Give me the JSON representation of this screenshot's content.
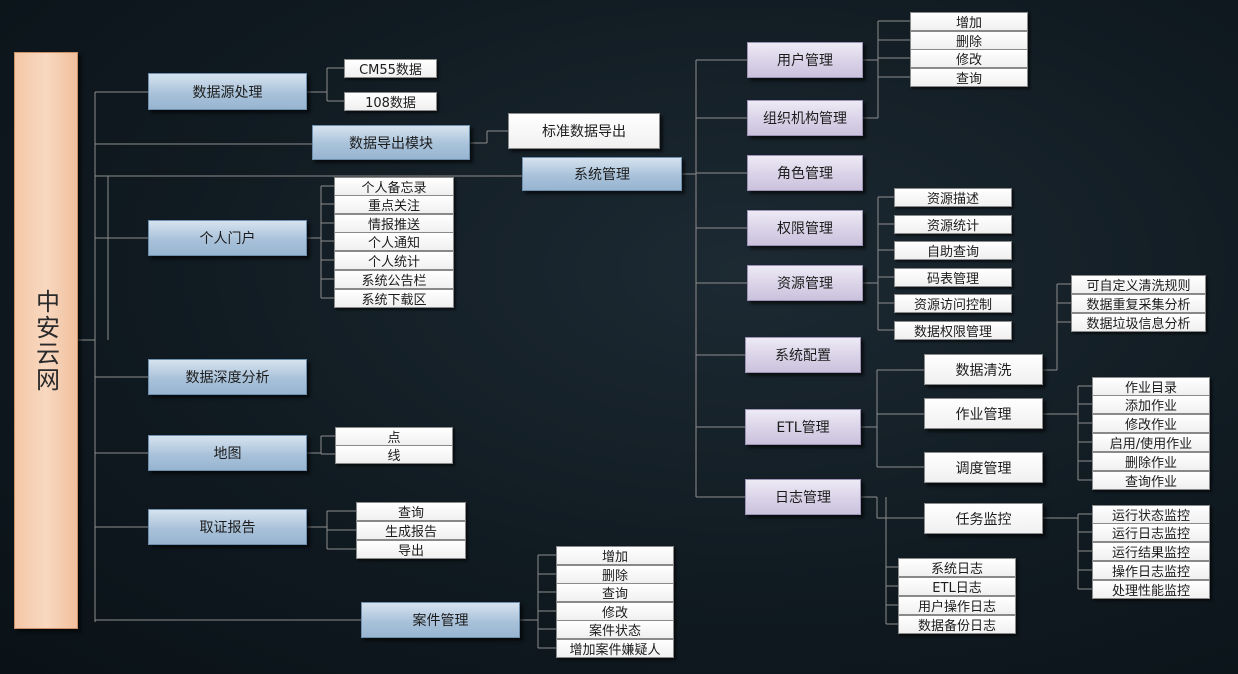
{
  "root": "中安云网",
  "level1": {
    "data_source": "数据源处理",
    "data_export": "数据导出模块",
    "system_mgmt": "系统管理",
    "personal_portal": "个人门户",
    "deep_analysis": "数据深度分析",
    "map": "地图",
    "evidence_report": "取证报告",
    "case_mgmt": "案件管理"
  },
  "data_source_items": [
    "CM55数据",
    "108数据"
  ],
  "data_export_items": [
    "标准数据导出"
  ],
  "personal_portal_items": [
    "个人备忘录",
    "重点关注",
    "情报推送",
    "个人通知",
    "个人统计",
    "系统公告栏",
    "系统下载区"
  ],
  "map_items": [
    "点",
    "线"
  ],
  "evidence_items": [
    "查询",
    "生成报告",
    "导出"
  ],
  "case_items": [
    "增加",
    "删除",
    "查询",
    "修改",
    "案件状态",
    "增加案件嫌疑人"
  ],
  "system_modules": {
    "user_mgmt": "用户管理",
    "org_mgmt": "组织机构管理",
    "role_mgmt": "角色管理",
    "perm_mgmt": "权限管理",
    "resource_mgmt": "资源管理",
    "sys_config": "系统配置",
    "etl_mgmt": "ETL管理",
    "log_mgmt": "日志管理"
  },
  "user_ops": [
    "增加",
    "删除",
    "修改",
    "查询"
  ],
  "resource_items": [
    "资源描述",
    "资源统计",
    "自助查询",
    "码表管理",
    "资源访问控制",
    "数据权限管理"
  ],
  "etl": {
    "data_cleaning": "数据清洗",
    "job_mgmt": "作业管理",
    "schedule_mgmt": "调度管理",
    "task_monitor": "任务监控"
  },
  "cleaning_items": [
    "可自定义清洗规则",
    "数据重复采集分析",
    "数据垃圾信息分析"
  ],
  "job_items": [
    "作业目录",
    "添加作业",
    "修改作业",
    "启用/使用作业",
    "删除作业",
    "查询作业"
  ],
  "monitor_items": [
    "运行状态监控",
    "运行日志监控",
    "运行结果监控",
    "操作日志监控",
    "处理性能监控"
  ],
  "log_items": [
    "系统日志",
    "ETL日志",
    "用户操作日志",
    "数据备份日志"
  ]
}
